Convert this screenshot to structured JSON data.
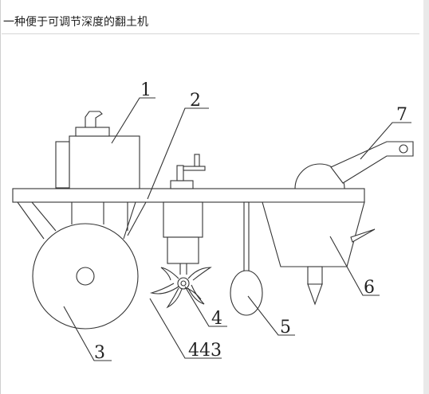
{
  "page": {
    "title": "一种便于可调节深度的翻土机"
  },
  "diagram": {
    "labels": {
      "l1": "1",
      "l2": "2",
      "l3": "3",
      "l4": "4",
      "l443": "443",
      "l5": "5",
      "l6": "6",
      "l7": "7"
    }
  }
}
